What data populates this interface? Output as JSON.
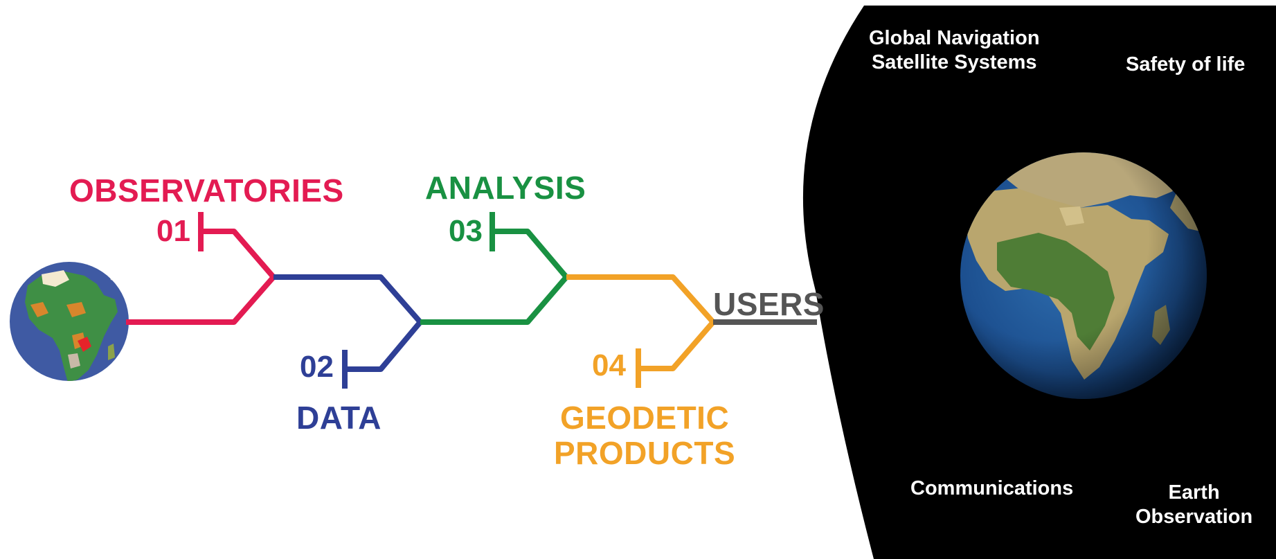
{
  "steps": [
    {
      "number": "01",
      "label": "OBSERVATORIES",
      "color": "#e31b52"
    },
    {
      "number": "02",
      "label": "DATA",
      "color": "#2e3f96"
    },
    {
      "number": "03",
      "label": "ANALYSIS",
      "color": "#199142"
    },
    {
      "number": "04",
      "label": "GEODETIC\nPRODUCTS",
      "color": "#f2a227"
    }
  ],
  "users": {
    "label": "USERS",
    "color": "#555555"
  },
  "applications": [
    {
      "label": "Global Navigation\nSatellite Systems",
      "icon": "satellite-icon"
    },
    {
      "label": "Safety of life",
      "icon": "satellite-icon"
    },
    {
      "label": "Communications",
      "icon": "satellite-icon"
    },
    {
      "label": "Earth\nObservation",
      "icon": "satellite-icon"
    }
  ],
  "icons": {
    "africa_map_globe": "africa-map-globe-icon",
    "earth_globe": "earth-globe-icon"
  }
}
